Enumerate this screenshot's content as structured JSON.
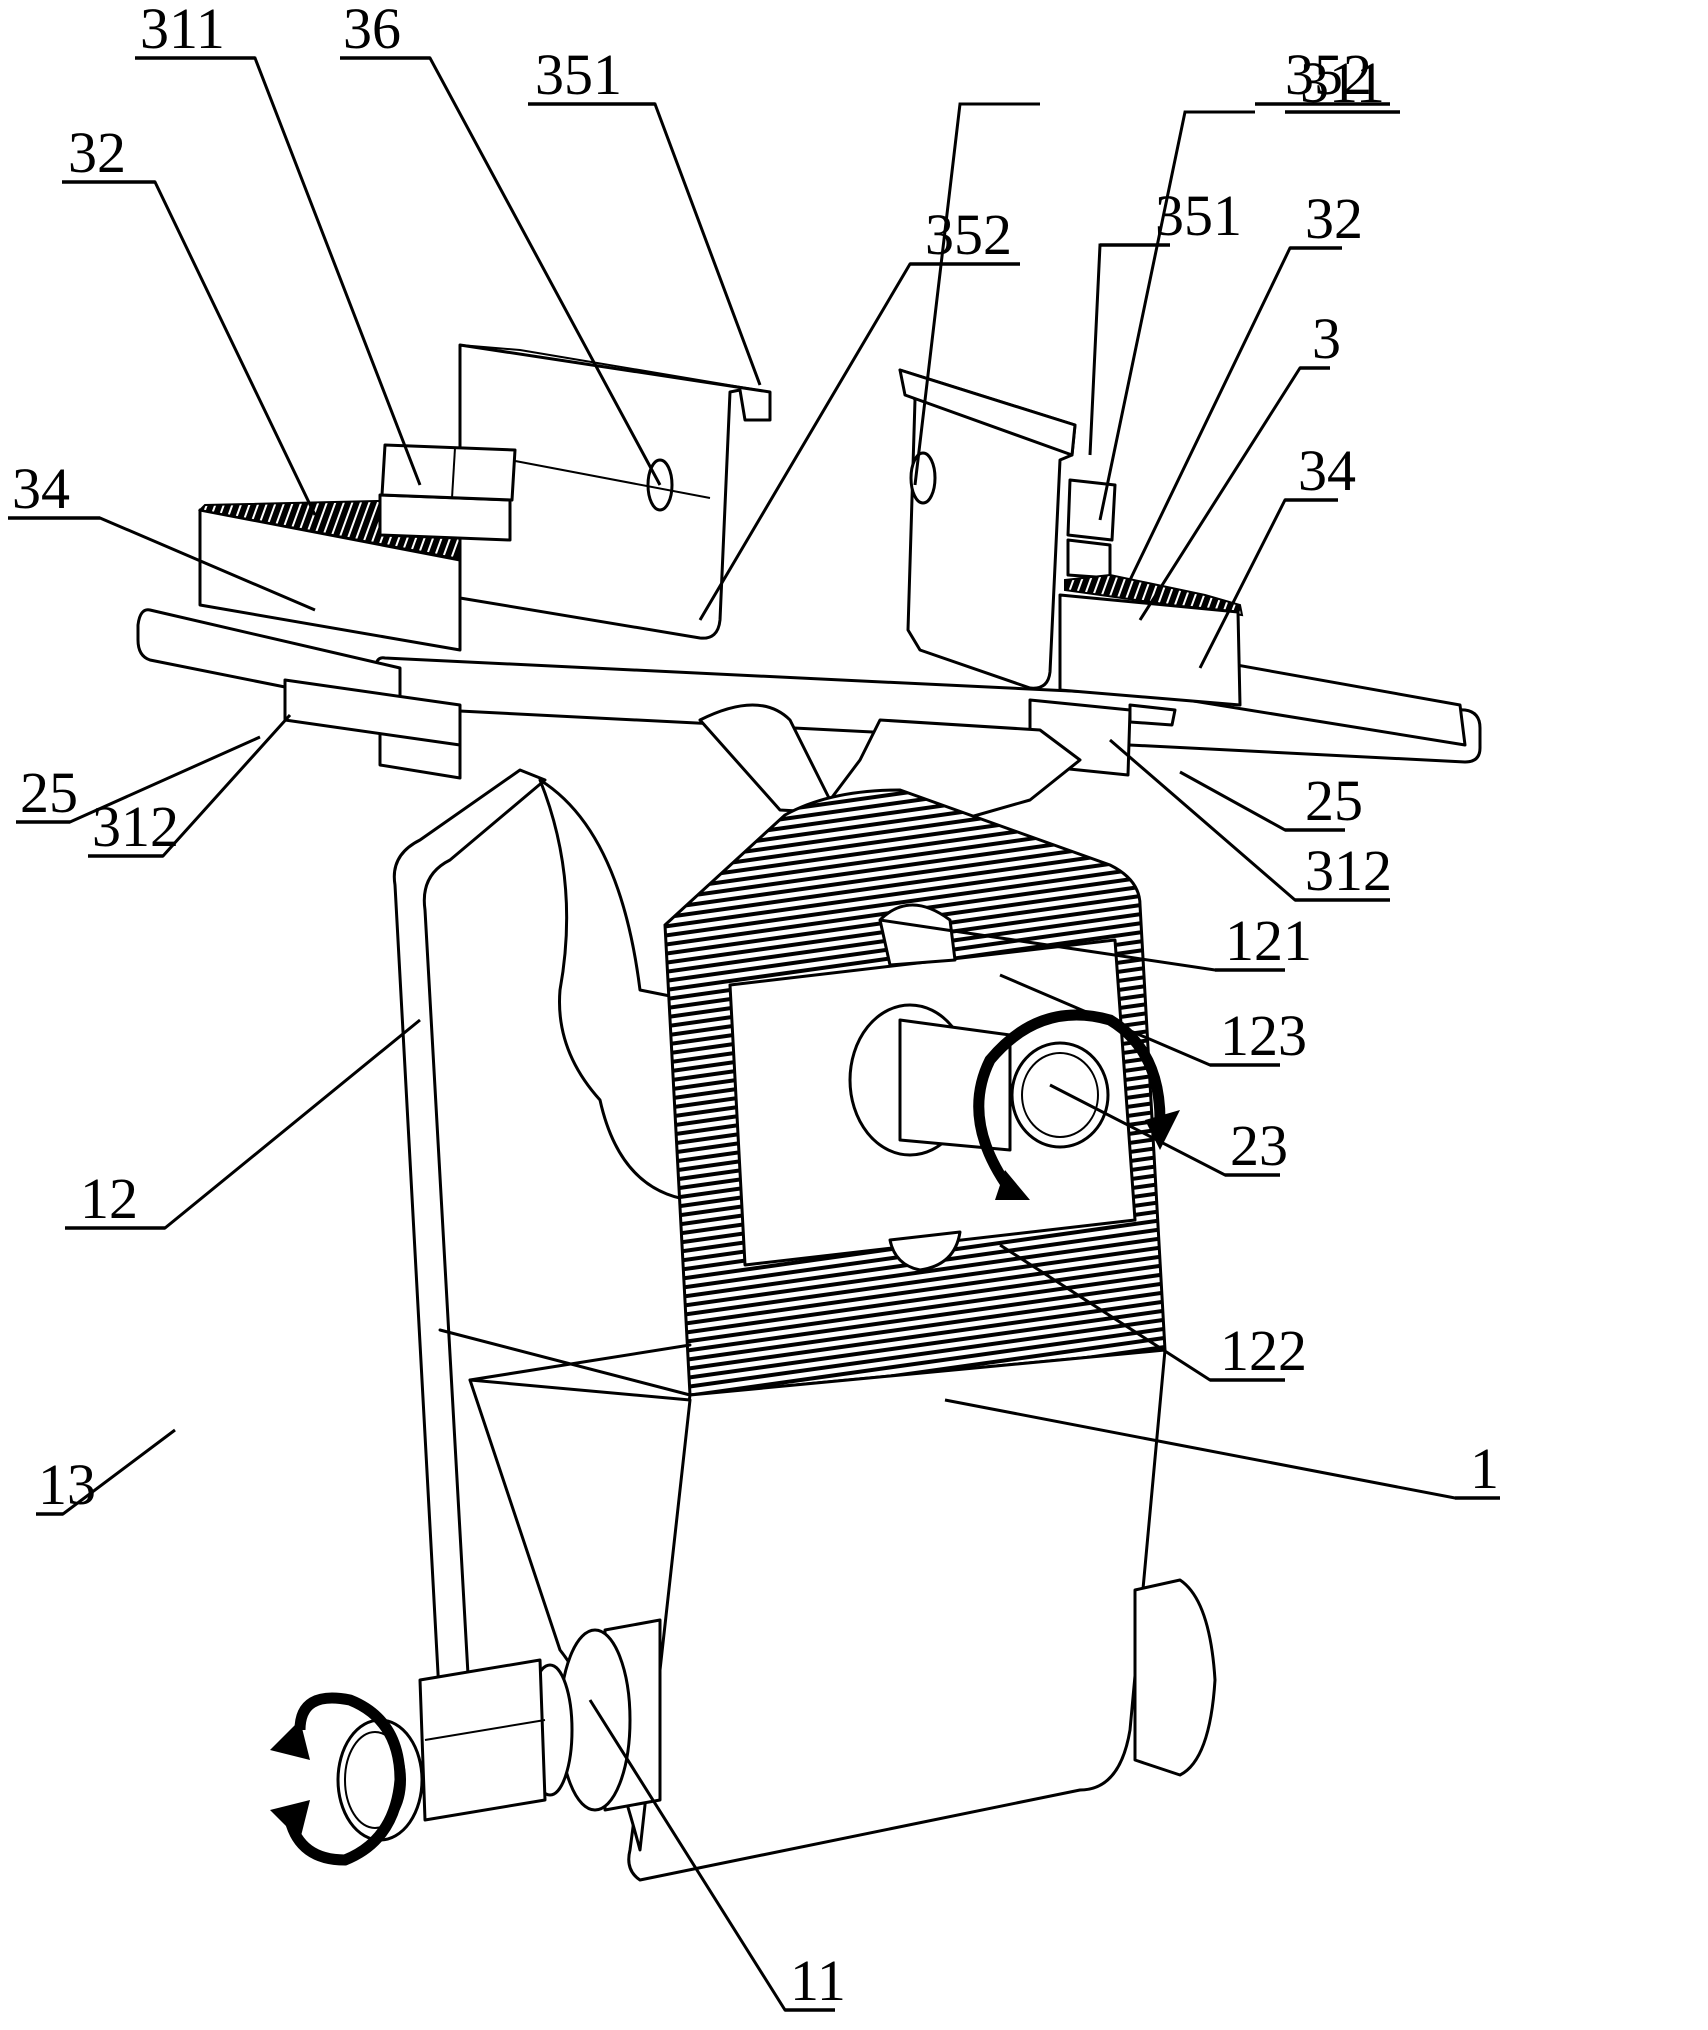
{
  "figure": {
    "type": "patent-drawing",
    "subject": "mounting clamp assembly, perspective view",
    "colors": {
      "line": "#000000",
      "background": "#ffffff"
    }
  },
  "labels": [
    {
      "id": "L311a",
      "text": "311"
    },
    {
      "id": "L36",
      "text": "36"
    },
    {
      "id": "L351a",
      "text": "351"
    },
    {
      "id": "L32a",
      "text": "32"
    },
    {
      "id": "L34a",
      "text": "34"
    },
    {
      "id": "L352a",
      "text": "352"
    },
    {
      "id": "L352b",
      "text": "352"
    },
    {
      "id": "L311b",
      "text": "311"
    },
    {
      "id": "L351b",
      "text": "351"
    },
    {
      "id": "L32b",
      "text": "32"
    },
    {
      "id": "L3",
      "text": "3"
    },
    {
      "id": "L34b",
      "text": "34"
    },
    {
      "id": "L25a",
      "text": "25"
    },
    {
      "id": "L25b",
      "text": "25"
    },
    {
      "id": "L312a",
      "text": "312"
    },
    {
      "id": "L312b",
      "text": "312"
    },
    {
      "id": "L121",
      "text": "121"
    },
    {
      "id": "L123",
      "text": "123"
    },
    {
      "id": "L12",
      "text": "12"
    },
    {
      "id": "L23",
      "text": "23"
    },
    {
      "id": "L122",
      "text": "122"
    },
    {
      "id": "L13",
      "text": "13"
    },
    {
      "id": "L1",
      "text": "1"
    },
    {
      "id": "L11",
      "text": "11"
    }
  ],
  "rotation_arrows": [
    {
      "name": "rotation-arrow-upper",
      "direction": "clockwise"
    },
    {
      "name": "rotation-arrow-lower",
      "direction": "bidirectional"
    }
  ]
}
